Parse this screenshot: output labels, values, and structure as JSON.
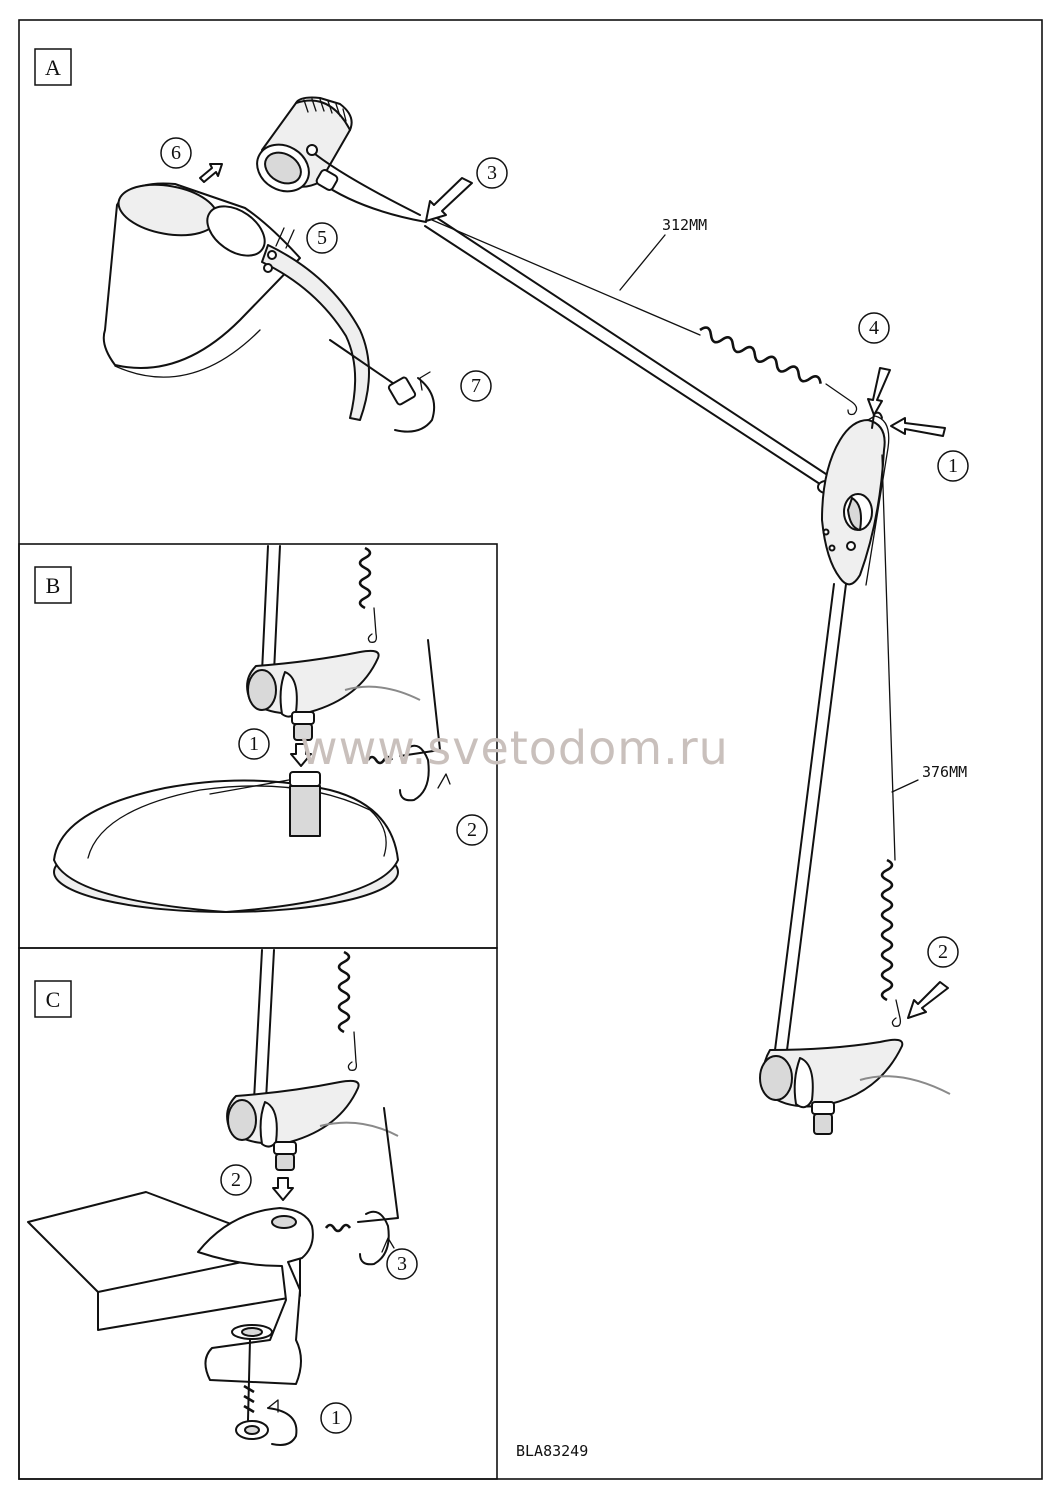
{
  "panels": {
    "a": {
      "label": "A"
    },
    "b": {
      "label": "B"
    },
    "c": {
      "label": "C"
    }
  },
  "dimensions": {
    "upper_spring": "312MM",
    "lower_spring": "376MM"
  },
  "steps_a": {
    "s1": "1",
    "s2": "2",
    "s3": "3",
    "s4": "4",
    "s5": "5",
    "s6": "6",
    "s7": "7"
  },
  "steps_b": {
    "s1": "1",
    "s2": "2"
  },
  "steps_c": {
    "s1": "1",
    "s2": "2",
    "s3": "3"
  },
  "watermark": "www.svetodom.ru",
  "model_code": "BLA83249"
}
